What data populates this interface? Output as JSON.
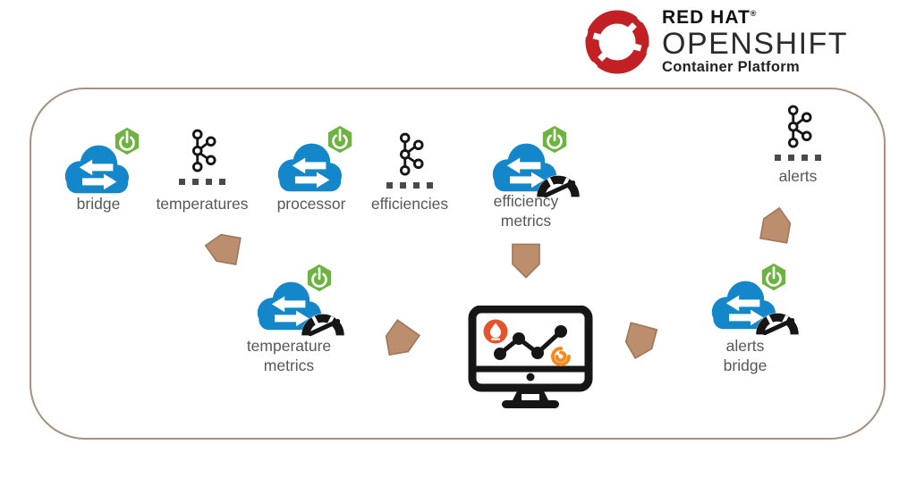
{
  "logo": {
    "brand": "RED HAT",
    "registered_mark": "®",
    "product": "OPENSHIFT",
    "subtitle": "Container Platform"
  },
  "nodes": {
    "bridge": {
      "label": "bridge",
      "type": "integration-cloud-service"
    },
    "temperatures": {
      "label": "temperatures",
      "type": "kafka-topic"
    },
    "processor": {
      "label": "processor",
      "type": "integration-cloud-service"
    },
    "efficiencies": {
      "label": "efficiencies",
      "type": "kafka-topic"
    },
    "efficiency_metrics": {
      "label": "efficiency\nmetrics",
      "type": "integration-cloud-service-with-metrics"
    },
    "alerts": {
      "label": "alerts",
      "type": "kafka-topic"
    },
    "temperature_metrics": {
      "label": "temperature\nmetrics",
      "type": "integration-cloud-service-with-metrics"
    },
    "alerts_bridge": {
      "label": "alerts\nbridge",
      "type": "integration-cloud-service-with-metrics"
    },
    "monitoring_dashboard": {
      "label": "",
      "type": "monitor-with-prometheus-and-grafana"
    }
  },
  "flow_arrows": [
    {
      "from": "temperatures",
      "to": "temperature_metrics"
    },
    {
      "from": "temperature_metrics",
      "to": "monitoring_dashboard"
    },
    {
      "from": "efficiency_metrics",
      "to": "monitoring_dashboard"
    },
    {
      "from": "monitoring_dashboard",
      "to": "alerts_bridge"
    },
    {
      "from": "alerts_bridge",
      "to": "alerts"
    }
  ],
  "icons": {
    "openshift_ring": "red segmented ring logo",
    "cloud_arrows": "blue cloud with left and right exchange arrows",
    "spring_boot": "green hexagon with white power symbol",
    "metrics_gauge": "black speedometer gauge",
    "kafka_topic": "kafka node graph above dotted line",
    "monitor": "desktop monitor with line chart",
    "prometheus": "red circle with white torch flame",
    "grafana": "orange spiral"
  },
  "colors": {
    "cloud_blue": "#1486ca",
    "spring_green": "#6db33f",
    "arrow_tan": "#bd8e6e",
    "arrow_tan_border": "#a07a5c",
    "boundary_tan": "#a8907e",
    "label_gray": "#575757",
    "redhat_red": "#c32026",
    "prometheus_red": "#e6522c",
    "grafana_orange": "#f68a1f",
    "icon_black": "#161616"
  }
}
